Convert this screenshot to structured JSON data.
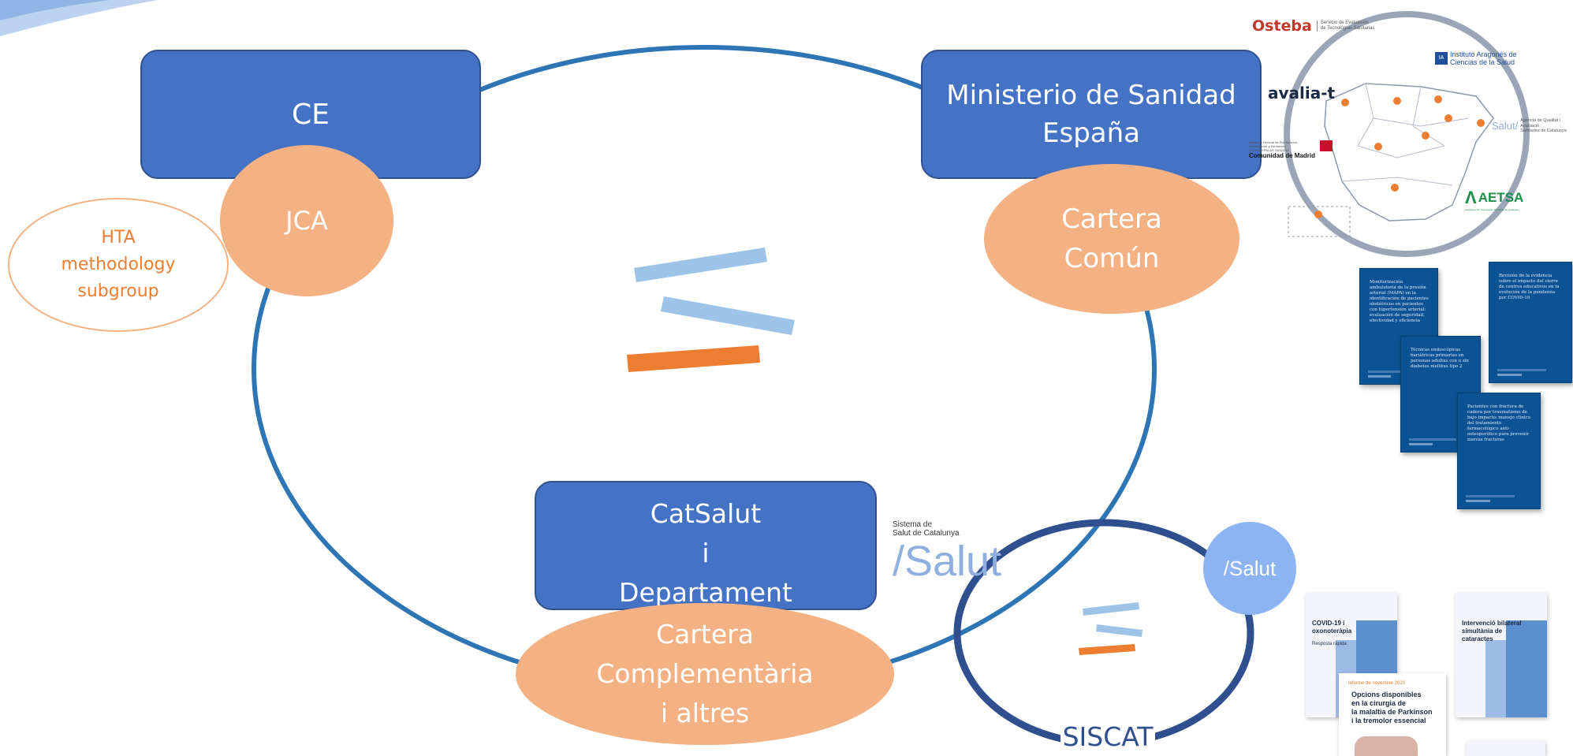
{
  "central_cycle": {
    "top_left_box": "CE",
    "top_right_box": "Ministerio de Sanidad\nEspaña",
    "bottom_box": "CatSalut\ni\nDepartament",
    "jca_oval": "JCA",
    "cartera_comun_oval": "Cartera\nComún",
    "cartera_complementaria_oval": "Cartera\nComplementària\ni altres",
    "hta_subgroup": "HTA\nmethodology\nsubgroup"
  },
  "siscat": {
    "label": "SISCAT",
    "salut_circle": "/Salut"
  },
  "salut_logo": {
    "line1": "Sistema de",
    "line2": "Salut de Catalunya",
    "wordmark": "/Salut"
  },
  "agencies_map": {
    "osteba": "Osteba",
    "osteba_sub": "Servicio de Evaluación\nde Tecnologías Sanitarias",
    "iacs": "Instituto Aragonés de\nCiencias de la Salud",
    "avalia": "avalia-t",
    "aquas": "Agència de Qualitat i Avaluació\nSanitàries de Catalunya",
    "aquas_brand": "Salut/",
    "madrid_small": "Dirección General de Planificación,\nInvestigación y Formación\nCONSEJERÍA DE SANIDAD",
    "madrid": "Comunidad de Madrid",
    "aetsa": "AETSA",
    "aetsa_sub": "Evaluación de Tecnologías Sanitarias de Andalucía"
  },
  "reports_es": [
    {
      "title": "Monitorización ambulatoria de la presión arterial (MAPA) en la identificación de pacientes obstétricos en pacientes con hipertensión arterial: evaluación de seguridad, efectividad y eficiencia"
    },
    {
      "title": "Revisión de la evidencia sobre el impacto del cierre de centros educativos en la evolución de la pandemia por COVID-19"
    },
    {
      "title": "Técnicas endoscópicas bariátricas primarias en personas adultas con o sin diabetes mellitus tipo 2"
    },
    {
      "title": "Pacientes con fractura de cadera por traumatismo de bajo impacto: manejo clínico del tratamiento farmacológico anti-osteoporótico para prevenir nuevas fracturas"
    }
  ],
  "reports_cat": [
    {
      "title": "COVID-19 i\noxonoteràpia",
      "subtitle": "Resposta ràpida"
    },
    {
      "title": "Intervenció bilateral\nsimultània de\ncataractes",
      "subtitle": ""
    },
    {
      "kicker": "Informe de novembre 2020",
      "title": "Opcions disponibles\nen la cirurgia de\nla malaltia de Parkinson\ni la tremolor essencial"
    }
  ],
  "colors": {
    "box_blue": "#4472c4",
    "oval_orange": "#f4b183",
    "cycle_blue": "#2e75b6",
    "siscat_navy": "#2f4f8f",
    "hta_orange": "#ed7d31",
    "report_blue": "#0b5394"
  }
}
